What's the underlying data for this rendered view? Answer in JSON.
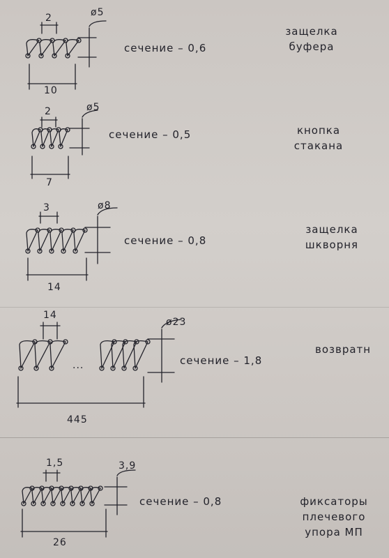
{
  "springs": [
    {
      "id": "buffer-latch",
      "pitch": "2",
      "diameter": "ø5",
      "length": "10",
      "section": "сечение – 0,6",
      "name": [
        "защелка",
        "буфера"
      ]
    },
    {
      "id": "cup-button",
      "pitch": "2",
      "diameter": "ø5",
      "length": "7",
      "section": "сечение – 0,5",
      "name": [
        "кнопка",
        "стакана"
      ]
    },
    {
      "id": "kingpin-latch",
      "pitch": "3",
      "diameter": "ø8",
      "length": "14",
      "section": "сечение – 0,8",
      "name": [
        "защелка",
        "шкворня"
      ]
    },
    {
      "id": "return-spring",
      "pitch": "14",
      "diameter": "ø23",
      "length": "445",
      "section": "сечение – 1,8",
      "name": [
        "возвратн"
      ],
      "ellipsis": "..."
    },
    {
      "id": "shoulder-stop-retainer",
      "pitch": "1,5",
      "diameter": "3,9",
      "length": "26",
      "section": "сечение – 0,8",
      "name": [
        "фиксаторы",
        "плечевого",
        "упора МП"
      ]
    }
  ],
  "colors": {
    "ink": "#23232b",
    "paper": "#cfcbc6"
  }
}
